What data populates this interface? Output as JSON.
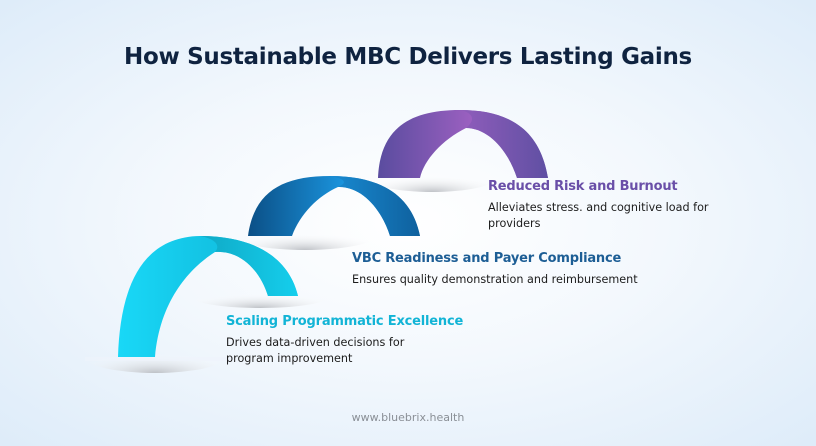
{
  "title": "How Sustainable MBC Delivers Lasting Gains",
  "steps": [
    {
      "heading": "Scaling Programmatic Excellence",
      "description": "Drives data-driven decisions for program improvement",
      "desc_line1": "Drives data-driven decisions for",
      "desc_line2": "program improvement",
      "color": "#12b9d9",
      "gradient": [
        "#16d6f5",
        "#0ea9c7"
      ]
    },
    {
      "heading": "VBC Readiness and Payer Compliance",
      "description": "Ensures quality demonstration and reimbursement",
      "color": "#1e5f96",
      "gradient": [
        "#0b5a94",
        "#1a8fd6"
      ]
    },
    {
      "heading": "Reduced Risk and Burnout",
      "description": "Alleviates stress. and cognitive load for providers",
      "desc_line1": "Alleviates stress. and cognitive load for",
      "desc_line2": "providers",
      "color": "#6a4fa8",
      "gradient": [
        "#5b4aa0",
        "#9a5fbf"
      ]
    }
  ],
  "footer": "www.bluebrix.health"
}
